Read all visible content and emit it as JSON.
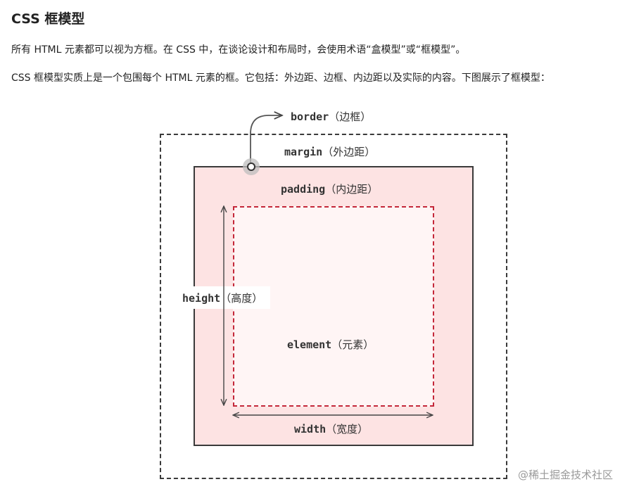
{
  "heading": "CSS 框模型",
  "paragraphs": [
    "所有 HTML 元素都可以视为方框。在 CSS 中，在谈论设计和布局时，会使用术语“盒模型”或“框模型”。",
    "CSS 框模型实质上是一个包围每个 HTML 元素的框。它包括：外边距、边框、内边距以及实际的内容。下图展示了框模型："
  ],
  "diagram": {
    "border": {
      "term": "border",
      "cn": "（边框）"
    },
    "margin": {
      "term": "margin",
      "cn": "（外边距）"
    },
    "padding": {
      "term": "padding",
      "cn": "（内边距）"
    },
    "height": {
      "term": "height",
      "cn": "（高度）"
    },
    "element": {
      "term": "element",
      "cn": "（元素）"
    },
    "width": {
      "term": "width",
      "cn": "（宽度）"
    }
  },
  "watermark": "@稀土掘金技术社区"
}
